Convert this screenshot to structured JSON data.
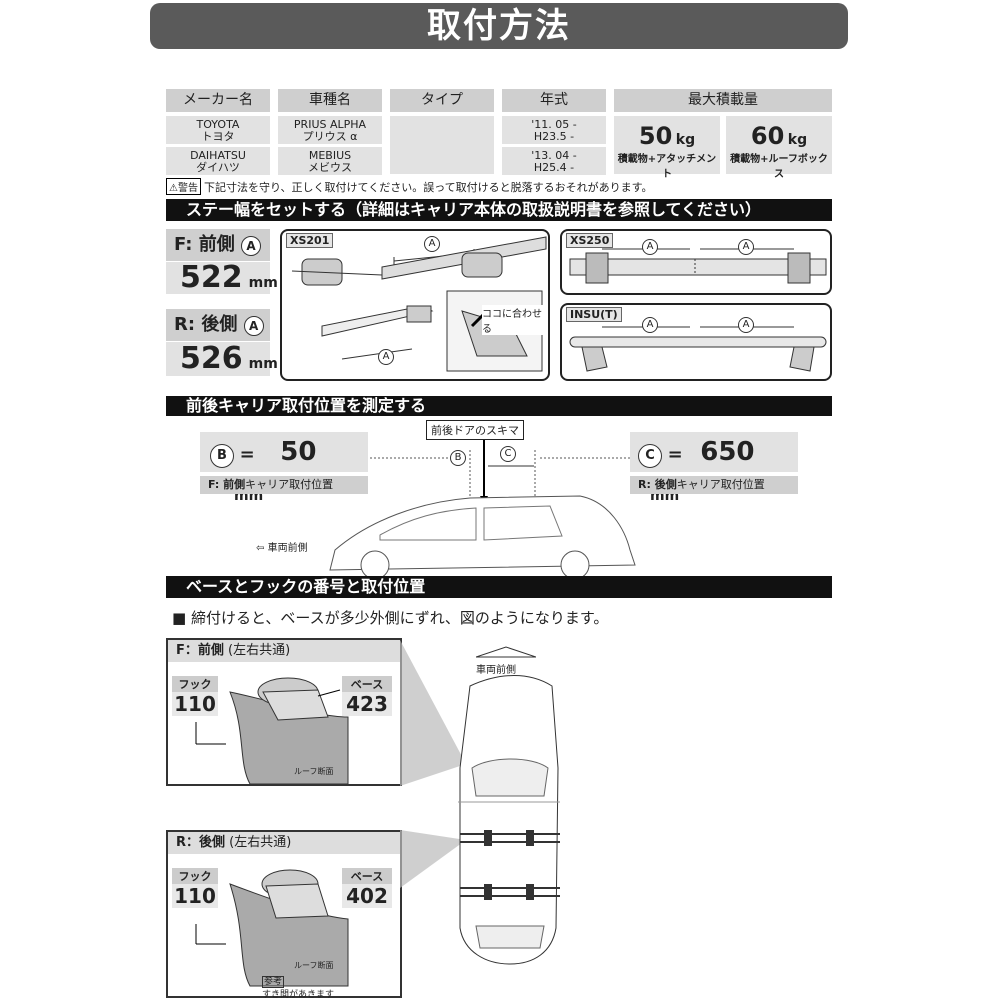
{
  "title": "取付方法",
  "spec": {
    "headers": {
      "maker": "メーカー名",
      "model": "車種名",
      "type": "タイプ",
      "year": "年式",
      "max_load": "最大積載量"
    },
    "rows": [
      {
        "maker": "TOYOTA",
        "maker_kana": "トヨタ",
        "model": "PRIUS ALPHA",
        "model_kana": "プリウス α",
        "year_from": "'11. 05 -",
        "year_to": "H23.5 -"
      },
      {
        "maker": "DAIHATSU",
        "maker_kana": "ダイハツ",
        "model": "MEBIUS",
        "model_kana": "メビウス",
        "year_from": "'13. 04 -",
        "year_to": "H25.4 -"
      }
    ],
    "load1_value": "50",
    "load1_unit": "kg",
    "load1_note": "積載物+アタッチメント",
    "load2_value": "60",
    "load2_unit": "kg",
    "load2_note": "積載物+ルーフボックス"
  },
  "warning": {
    "badge": "⚠警告",
    "text": "下記寸法を守り、正しく取付けてください。誤って取付けると脱落するおそれがあります。"
  },
  "section1": {
    "title": "ステー幅をセットする（詳細はキャリア本体の取扱説明書を参照してください）",
    "front_label": "F: 前側",
    "front_value": "522",
    "rear_label": "R: 後側",
    "rear_value": "526",
    "unit": "mm",
    "symbol_a": "A",
    "panel_xs201": "XS201",
    "panel_xs250": "XS250",
    "panel_insu": "INSU(T)",
    "align_note": "ココに合わせる"
  },
  "section2": {
    "title": "前後キャリア取付位置を測定する",
    "b_symbol": "B",
    "b_value": "50",
    "b_unit": "mm",
    "b_caption_bold": "F: 前側",
    "b_caption": "キャリア取付位置",
    "c_symbol": "C",
    "c_value": "650",
    "c_unit": "mm",
    "c_caption_bold": "R: 後側",
    "c_caption": "キャリア取付位置",
    "door_gap": "前後ドアのスキマ",
    "car_front": "車両前側"
  },
  "section3": {
    "title": "ベースとフックの番号と取付位置",
    "note": "■ 締付けると、ベースが多少外側にずれ、図のようになります。",
    "front_panel_title": "F：前側",
    "front_panel_sub": "(左右共通)",
    "rear_panel_title": "R：後側",
    "rear_panel_sub": "(左右共通)",
    "hook_label": "フック",
    "base_label": "ベース",
    "front_hook": "110",
    "front_base": "423",
    "rear_hook": "110",
    "rear_base": "402",
    "roof_section": "ルーフ断面",
    "ref_badge": "参考",
    "ref_text": "すき間があきます",
    "car_front": "車両前側"
  }
}
